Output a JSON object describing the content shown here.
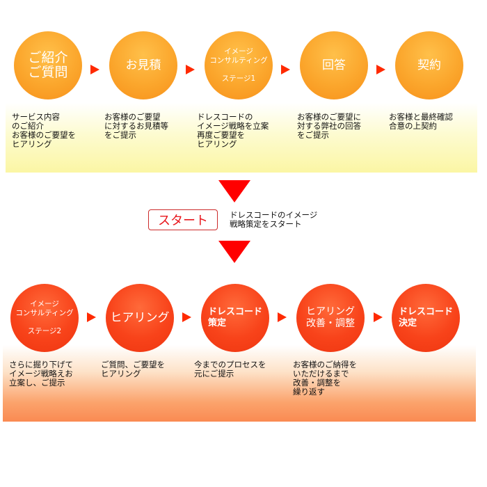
{
  "colors": {
    "orange": "#fba62c",
    "red": "#f8431a",
    "arrow": "#ff2a00",
    "down_arrow": "#ff0000"
  },
  "top_steps": [
    {
      "label": "ご紹介\nご質問",
      "desc": "サービス内容\nのご紹介\nお客様のご要望を\nヒアリング"
    },
    {
      "label": "お見積",
      "desc": "お客様のご要望\nに対するお見積等\nをご提示"
    },
    {
      "label": "イメージ\nコンサルティング\n\nステージ1",
      "desc": "ドレスコードの\nイメージ戦略を立案\n再度ご要望を\nヒアリング"
    },
    {
      "label": "回答",
      "desc": "お客様のご要望に\n対する弊社の回答\nをご提示"
    },
    {
      "label": "契約",
      "desc": "お客様と最終確認\n合意の上契約"
    }
  ],
  "start": {
    "label": "スタート",
    "desc": "ドレスコードのイメージ\n戦略策定をスタート"
  },
  "bottom_steps": [
    {
      "label": "イメージ\nコンサルティング\n\nステージ2",
      "desc": "さらに掘り下げて\nイメージ戦略えお\n立案し、ご提示"
    },
    {
      "label": "ヒアリング",
      "desc": "ご質問、ご要望を\nヒアリング"
    },
    {
      "label": "ドレスコード\n策定",
      "desc": "今までのプロセスを\n元にご提示"
    },
    {
      "label": "ヒアリング\n改善・調整",
      "desc": "お客様のご納得を\nいただけるまで\n改善・調整を\n繰り返す"
    },
    {
      "label": "ドレスコード\n決定",
      "desc": ""
    }
  ]
}
